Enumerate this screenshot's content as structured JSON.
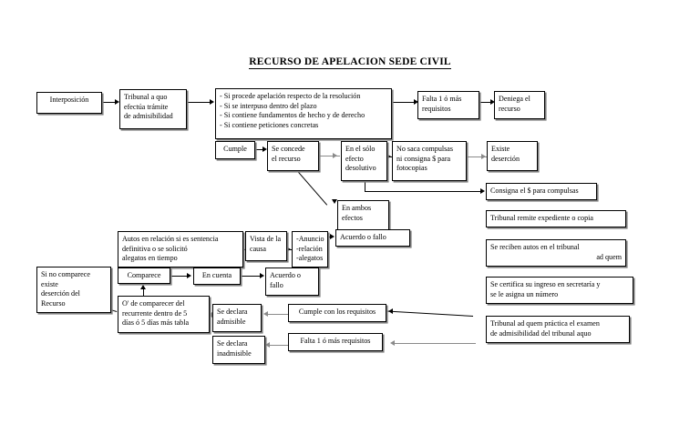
{
  "title": "RECURSO DE APELACION SEDE CIVIL",
  "nodes": {
    "interposicion": {
      "lines": [
        "Interposición"
      ]
    },
    "tribunal_a_quo": {
      "lines": [
        "Tribunal a quo",
        "efectúa  trámite",
        "de admisibilidad"
      ]
    },
    "criterios": {
      "lines": [
        "- Si procede apelación respecto de la resolución",
        "- Si se interpuso dentro del plazo",
        "- Si contiene fundamentos de hecho y de derecho",
        "- Si contiene peticiones concretas"
      ]
    },
    "falta_requisitos_top": {
      "lines": [
        "Falta  1 ó más",
        "requisitos"
      ]
    },
    "deniega_recurso": {
      "lines": [
        "Deniega el",
        "recurso"
      ]
    },
    "cumple": {
      "lines": [
        "Cumple"
      ]
    },
    "se_concede": {
      "lines": [
        "Se concede",
        "el recurso"
      ]
    },
    "solo_efecto": {
      "lines": [
        "En el sólo",
        "efecto",
        "desolutivo"
      ]
    },
    "no_saca_compulsas": {
      "lines": [
        "No saca compulsas",
        "ni consigna $ para",
        "fotocopias"
      ]
    },
    "existe_desercion": {
      "lines": [
        "Existe",
        "deserción"
      ]
    },
    "consigna_compulsas": {
      "lines": [
        "Consigna el $ para compulsas"
      ]
    },
    "tribunal_remite": {
      "lines": [
        "Tribunal remite expediente o copia"
      ]
    },
    "ambos_efectos": {
      "lines": [
        "En ambos",
        "efectos"
      ]
    },
    "autos_en_relacion": {
      "lines": [
        "Autos en relación si es sentencia",
        "definitiva o se solicitó",
        "alegatos en tiempo"
      ]
    },
    "vista_causa": {
      "lines": [
        "Vista de la",
        "causa"
      ]
    },
    "anuncio": {
      "lines": [
        "-Anuncio",
        "-relación",
        "-alegatos"
      ]
    },
    "acuerdo_fallo_1": {
      "lines": [
        "Acuerdo o fallo"
      ]
    },
    "se_reciben_autos": {
      "line1": "Se reciben autos en el tribunal",
      "line2": "ad quem"
    },
    "se_certifica": {
      "lines": [
        "Se certifica su ingreso en secretaría y",
        "se le asigna un número"
      ]
    },
    "tribunal_ad_quem": {
      "lines": [
        "Tribunal ad quem práctica el examen",
        "de admisibilidad del tribunal aquo"
      ]
    },
    "si_no_comparece": {
      "lines": [
        "Si no comparece",
        "existe",
        "deserción del",
        "Recurso"
      ]
    },
    "comparece": {
      "lines": [
        "Comparece"
      ]
    },
    "en_cuenta": {
      "lines": [
        "En cuenta"
      ]
    },
    "acuerdo_fallo_2": {
      "lines": [
        "Acuerdo o",
        "fallo"
      ]
    },
    "o_comparecer": {
      "lines": [
        "O' de comparecer del",
        "recurrente dentro de 5",
        "días ó 5 días más tabla"
      ]
    },
    "se_declara_admisible": {
      "lines": [
        "Se declara",
        "admisible"
      ]
    },
    "se_declara_inadmisible": {
      "lines": [
        "Se declara",
        "inadmisible"
      ]
    },
    "cumple_requisitos": {
      "lines": [
        "Cumple con los requisitos"
      ]
    },
    "falta_requisitos_bottom": {
      "lines": [
        "Falta 1 ó más requisitos"
      ]
    }
  }
}
